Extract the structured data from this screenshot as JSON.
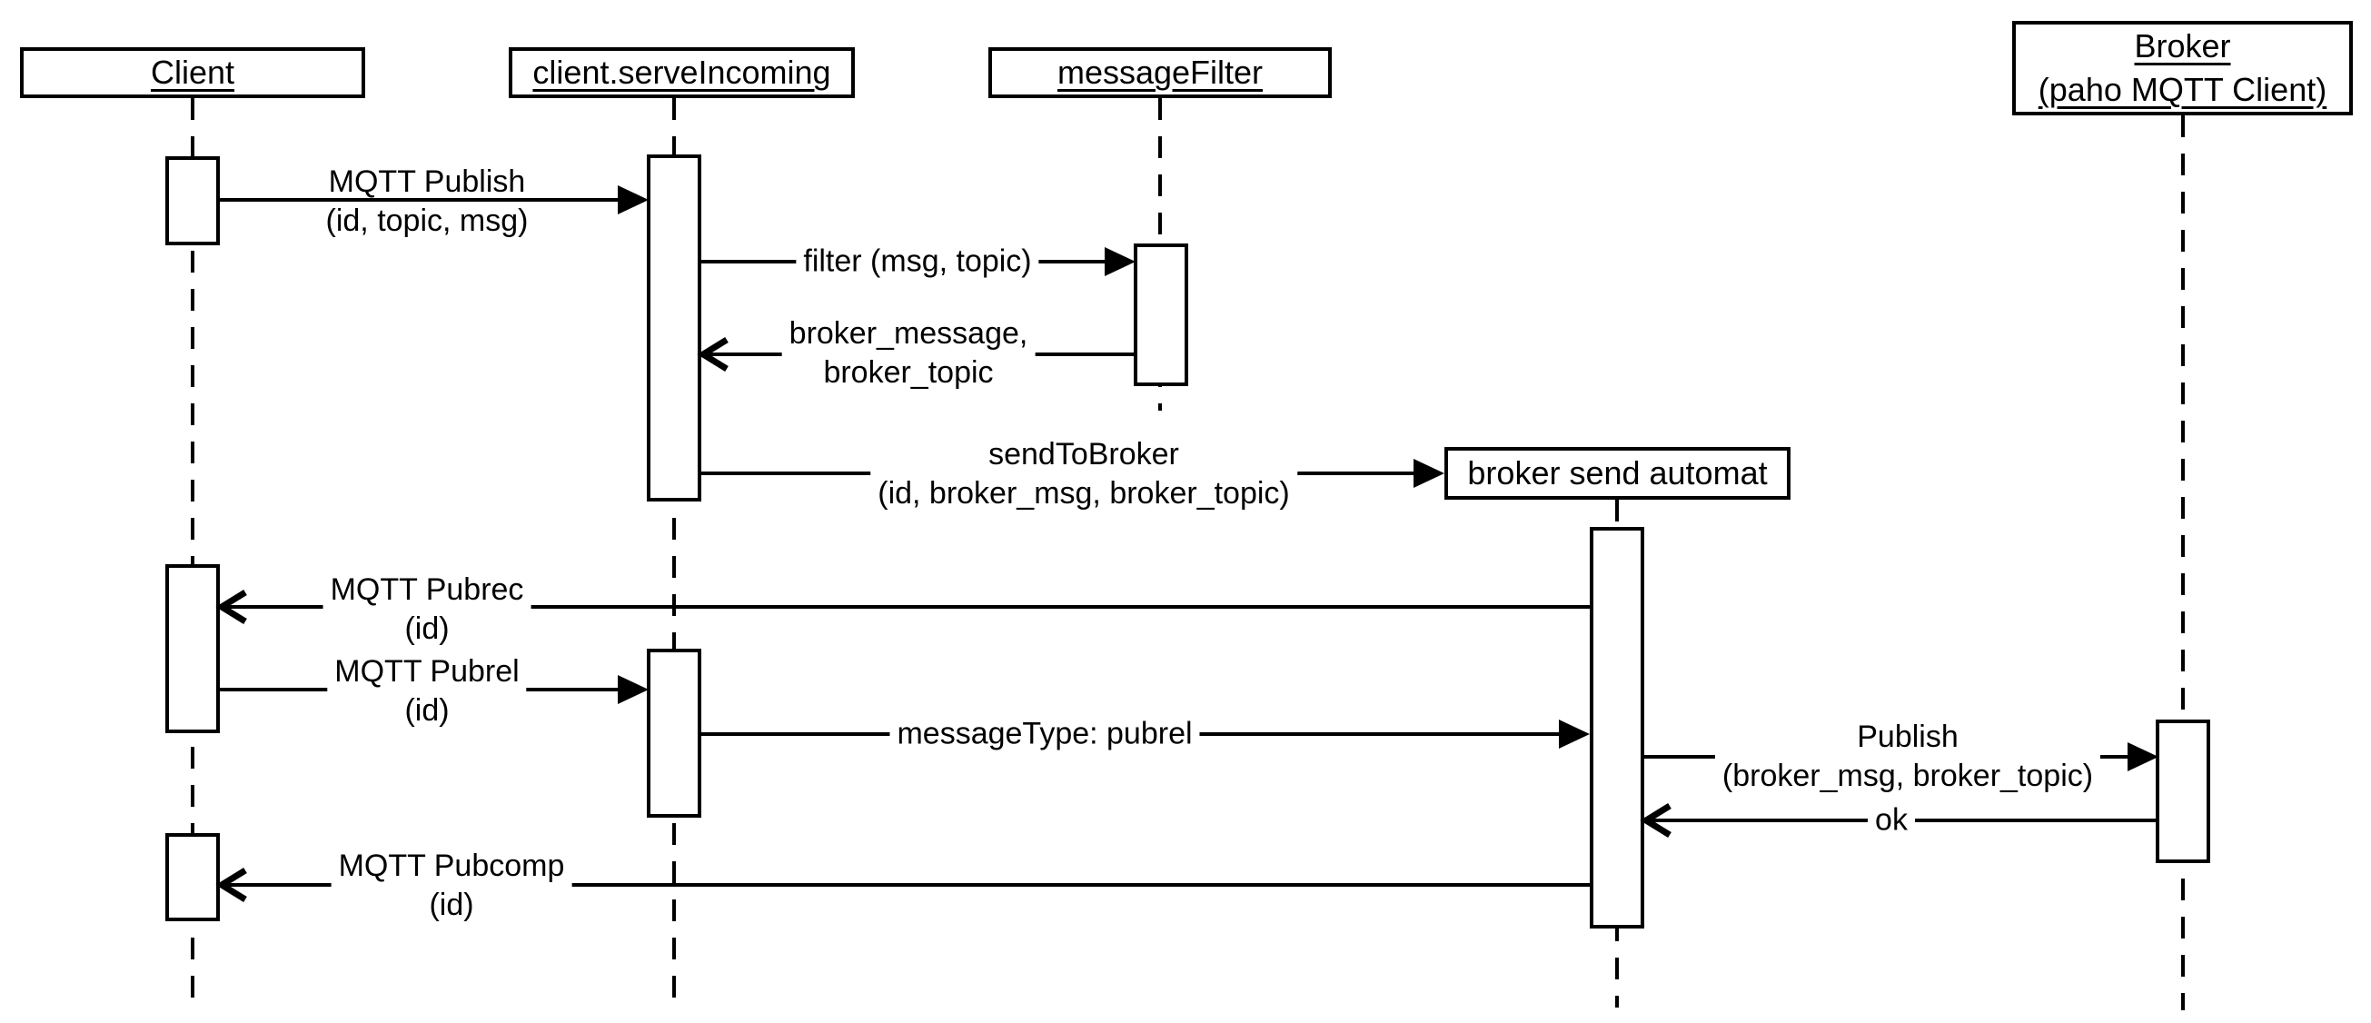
{
  "diagram_type": "uml-sequence-diagram",
  "colors": {
    "line": "#000000",
    "background": "#ffffff"
  },
  "participants": [
    {
      "name": "Client",
      "underlined": true
    },
    {
      "name": "client.serveIncoming",
      "underlined": true
    },
    {
      "name": "messageFilter",
      "underlined": true
    },
    {
      "name": "broker send automat",
      "underlined": false
    },
    {
      "name": "Broker",
      "subtitle": "(paho MQTT Client)",
      "underlined": true
    }
  ],
  "messages": [
    {
      "label1": "MQTT Publish",
      "label2": "(id, topic, msg)",
      "from": "Client",
      "to": "client.serveIncoming",
      "arrow": "filled"
    },
    {
      "label1": "filter (msg, topic)",
      "from": "client.serveIncoming",
      "to": "messageFilter",
      "arrow": "filled"
    },
    {
      "label1": "broker_message,",
      "label2": "broker_topic",
      "from": "messageFilter",
      "to": "client.serveIncoming",
      "arrow": "open"
    },
    {
      "label1": "sendToBroker",
      "label2": "(id, broker_msg, broker_topic)",
      "from": "client.serveIncoming",
      "to": "broker send automat",
      "arrow": "filled"
    },
    {
      "label1": "MQTT Pubrec",
      "label2": "(id)",
      "from": "broker send automat",
      "to": "Client",
      "arrow": "open"
    },
    {
      "label1": "MQTT Pubrel",
      "label2": "(id)",
      "from": "Client",
      "to": "client.serveIncoming",
      "arrow": "filled"
    },
    {
      "label1": "messageType: pubrel",
      "from": "client.serveIncoming",
      "to": "broker send automat",
      "arrow": "filled"
    },
    {
      "label1": "Publish",
      "label2": "(broker_msg, broker_topic)",
      "from": "broker send automat",
      "to": "Broker",
      "arrow": "filled"
    },
    {
      "label1": "ok",
      "from": "Broker",
      "to": "broker send automat",
      "arrow": "open"
    },
    {
      "label1": "MQTT Pubcomp",
      "label2": "(id)",
      "from": "broker send automat",
      "to": "Client",
      "arrow": "open"
    }
  ]
}
